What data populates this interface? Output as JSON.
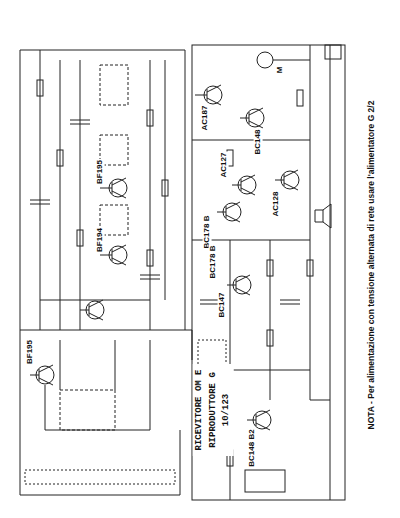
{
  "diagram": {
    "title": "RICEVITORE OM E RIPRODUTTORE G 10/123",
    "labels": [
      "BF195",
      "BF194",
      "BF195",
      "AC187",
      "BC148",
      "AC127",
      "BC178 B",
      "AC128",
      "BC178 B",
      "BC147",
      "BC148 B2",
      "M",
      "NOTA - Per alimentazione con tensione alternata di rete usare l'alimentatore G 2/2"
    ]
  }
}
